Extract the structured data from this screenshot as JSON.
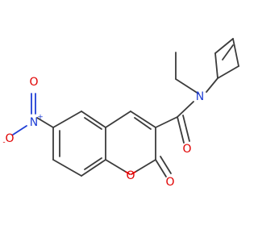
{
  "labels": {
    "nitro_N": "N",
    "nitro_plus": "+",
    "nitro_O_minus": "O",
    "nitro_minus": "-",
    "nitro_O": "O",
    "ring_O": "O",
    "lactone_O": "O",
    "amide_O": "O",
    "amide_N": "N"
  },
  "colors": {
    "bond": "#3b3b3b",
    "oxygen": "#e00000",
    "nitrogen": "#1f3fd6"
  }
}
